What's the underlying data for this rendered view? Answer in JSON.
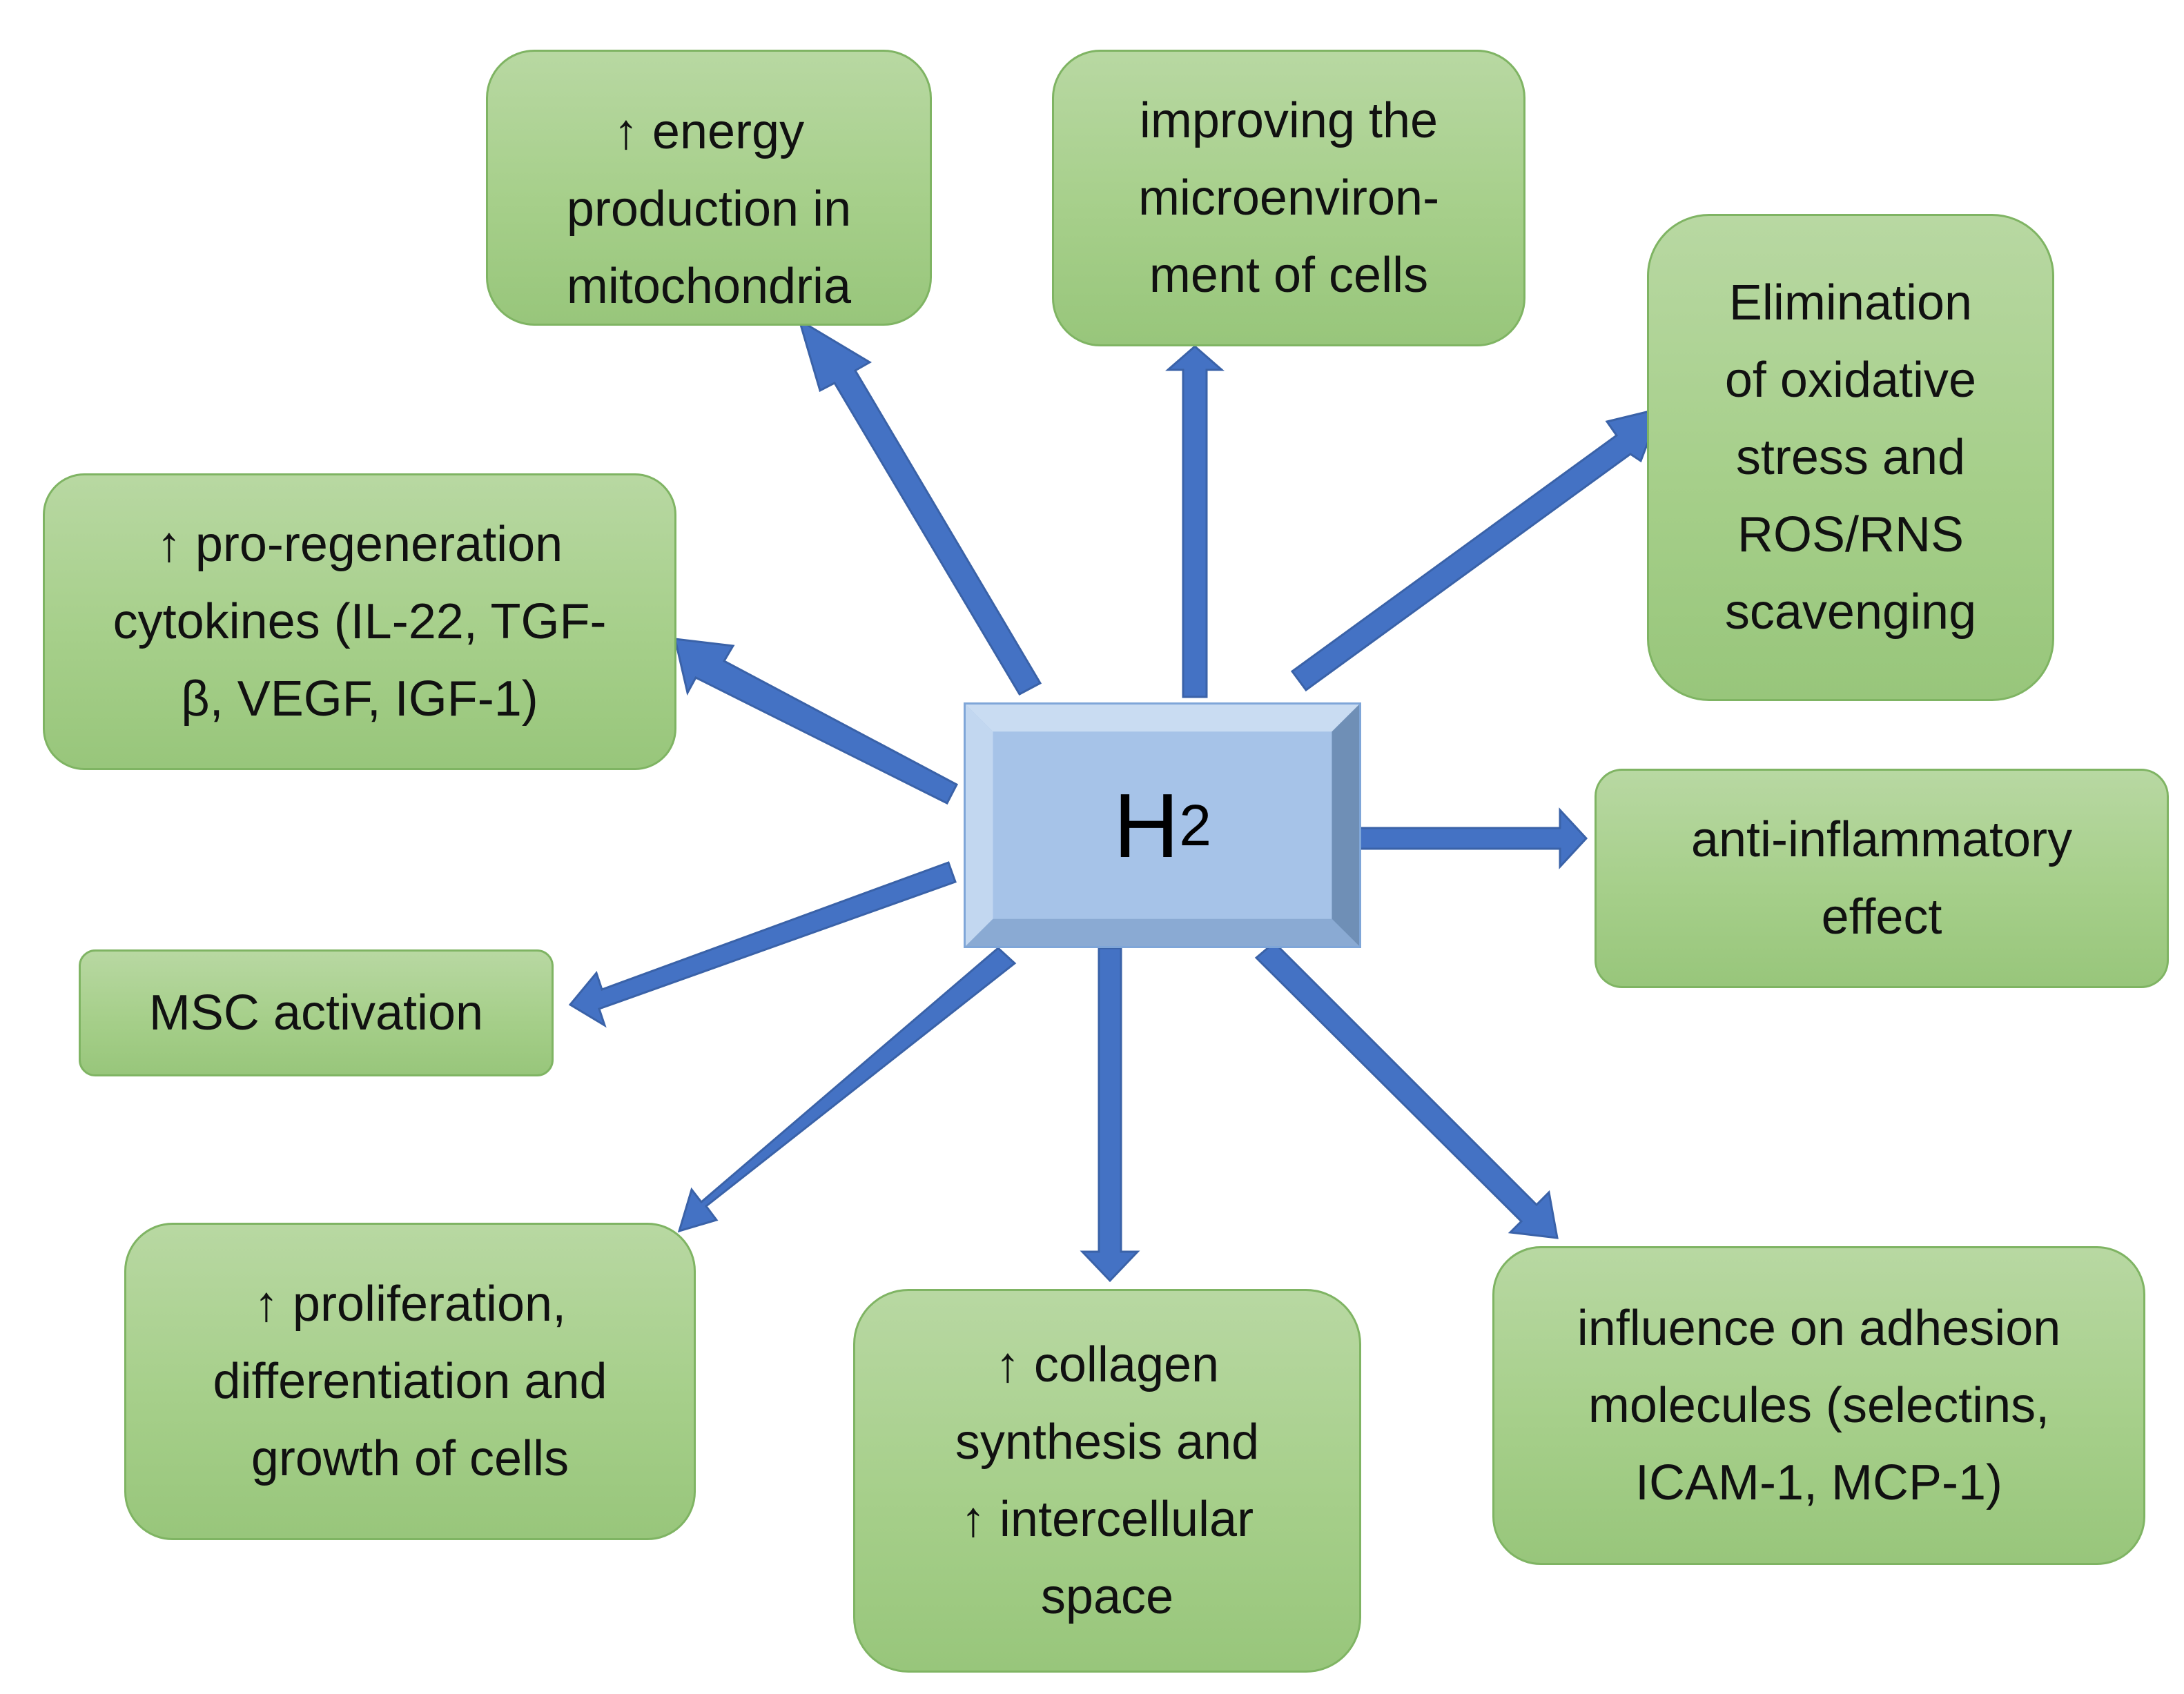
{
  "center": {
    "main": "H",
    "sub": "2"
  },
  "effects": {
    "energy": [
      "↑ energy",
      "production in",
      "mitochondria"
    ],
    "microenvironment": [
      "improving the",
      "microenviron-",
      "ment of cells"
    ],
    "oxidative": [
      "Elimination",
      "of oxidative",
      "stress and",
      "ROS/RNS",
      "scavenging"
    ],
    "cytokines": [
      "↑ pro-regeneration",
      "cytokines (IL-22, TGF-",
      "β, VEGF, IGF-1)"
    ],
    "anti_inflammatory": [
      "anti-inflammatory",
      "effect"
    ],
    "msc": [
      "MSC activation"
    ],
    "proliferation": [
      "↑ proliferation,",
      "differentiation and",
      "growth of cells"
    ],
    "collagen": [
      "↑ collagen",
      "synthesis and",
      "↑ intercellular",
      "space"
    ],
    "adhesion": [
      "influence on adhesion",
      "molecules (selectins,",
      "ICAM-1, MCP-1)"
    ]
  },
  "colors": {
    "arrow": "#4472c4",
    "arrow_outline": "#3a62a8",
    "box_fill": "#a9d18e",
    "box_border": "#7fb463",
    "center_fill": "#9fbfe6"
  }
}
